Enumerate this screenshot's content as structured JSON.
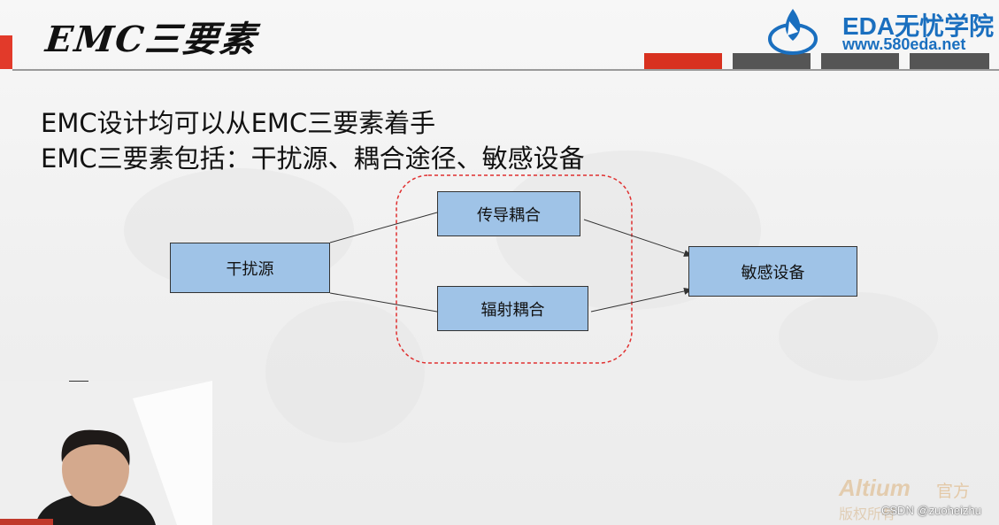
{
  "header": {
    "title": "EMC三要素",
    "logo": {
      "name": "EDA无忧学院",
      "url": "www.580eda.net"
    }
  },
  "body": {
    "line1": "EMC设计均可以从EMC三要素着手",
    "line2": "EMC三要素包括：干扰源、耦合途径、敏感设备"
  },
  "diagram": {
    "nodes": {
      "source": "干扰源",
      "conducted": "传导耦合",
      "radiated": "辐射耦合",
      "receiver": "敏感设备"
    },
    "colors": {
      "node_fill": "#9fc3e7",
      "group_border": "#e03030"
    }
  },
  "watermark": {
    "brand": "Altium",
    "official": "官方",
    "copyright": "版权所有",
    "csdn": "CSDN @zuoheizhu"
  }
}
